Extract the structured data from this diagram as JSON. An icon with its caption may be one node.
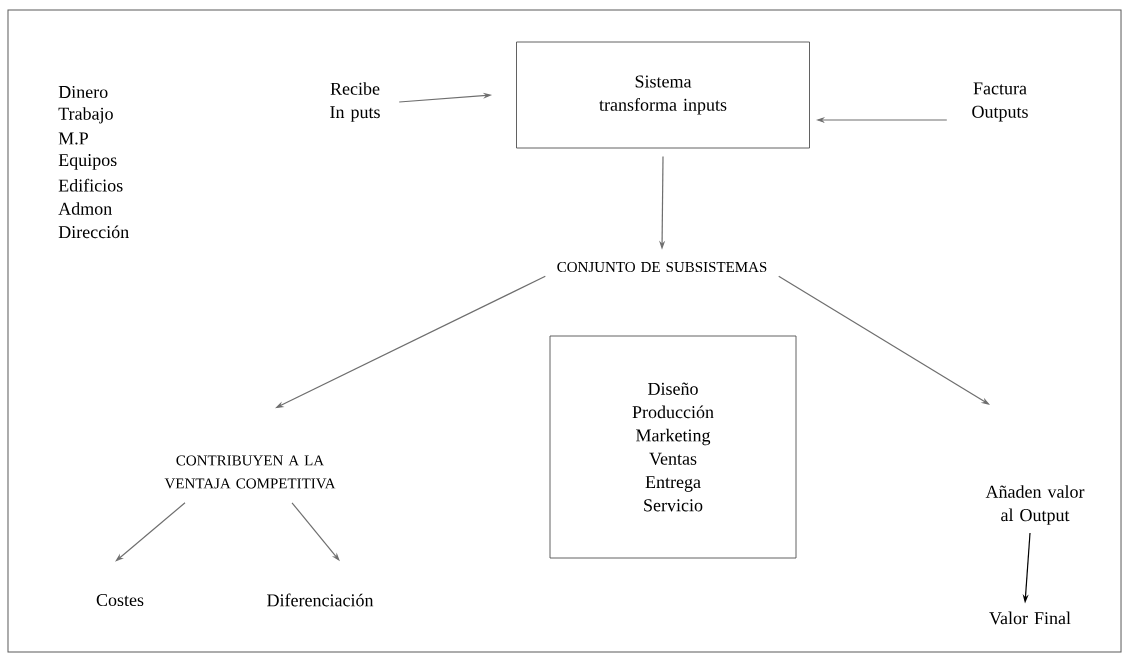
{
  "diagram": {
    "nodes": [
      {
        "text": [
          "Recibe In puts"
        ]
      },
      {
        "text": [
          "Sistema transforma inputs"
        ]
      },
      {
        "text": [
          "Factura Outputs"
        ]
      },
      {
        "text": [
          "CONJUNTO DE SUBSISTEMAS"
        ]
      },
      {
        "text": [
          "Diseño",
          "Producción",
          "Marketing",
          "Ventas",
          "Entrega",
          "Servicio"
        ]
      },
      {
        "text": [
          "CONTRIBUYEN A LA VENTAJA COMPETITIVA"
        ]
      },
      {
        "text": [
          "Añaden valor al Output"
        ]
      },
      {
        "text": [
          "Costes"
        ]
      },
      {
        "text": [
          "Diferenciación"
        ]
      },
      {
        "text": [
          "Valor Final"
        ]
      }
    ],
    "edges": [
      {
        "from": 0,
        "to": 1,
        "arrow": "to"
      },
      {
        "from": 2,
        "to": 1,
        "arrow": "to"
      },
      {
        "from": 1,
        "to": 3,
        "arrow": "to"
      },
      {
        "from": 3,
        "to": 5,
        "arrow": "to"
      },
      {
        "from": 3,
        "to": 6,
        "arrow": "to"
      },
      {
        "from": 5,
        "to": 7,
        "arrow": "to"
      },
      {
        "from": 5,
        "to": 8,
        "arrow": "to"
      },
      {
        "from": 6,
        "to": 9,
        "arrow": "to",
        "color": "#000000"
      }
    ],
    "labels": [
      "Dinero",
      "Trabajo",
      "M.P",
      "Equipos",
      "Edificios",
      "Admon",
      "Dirección"
    ]
  }
}
